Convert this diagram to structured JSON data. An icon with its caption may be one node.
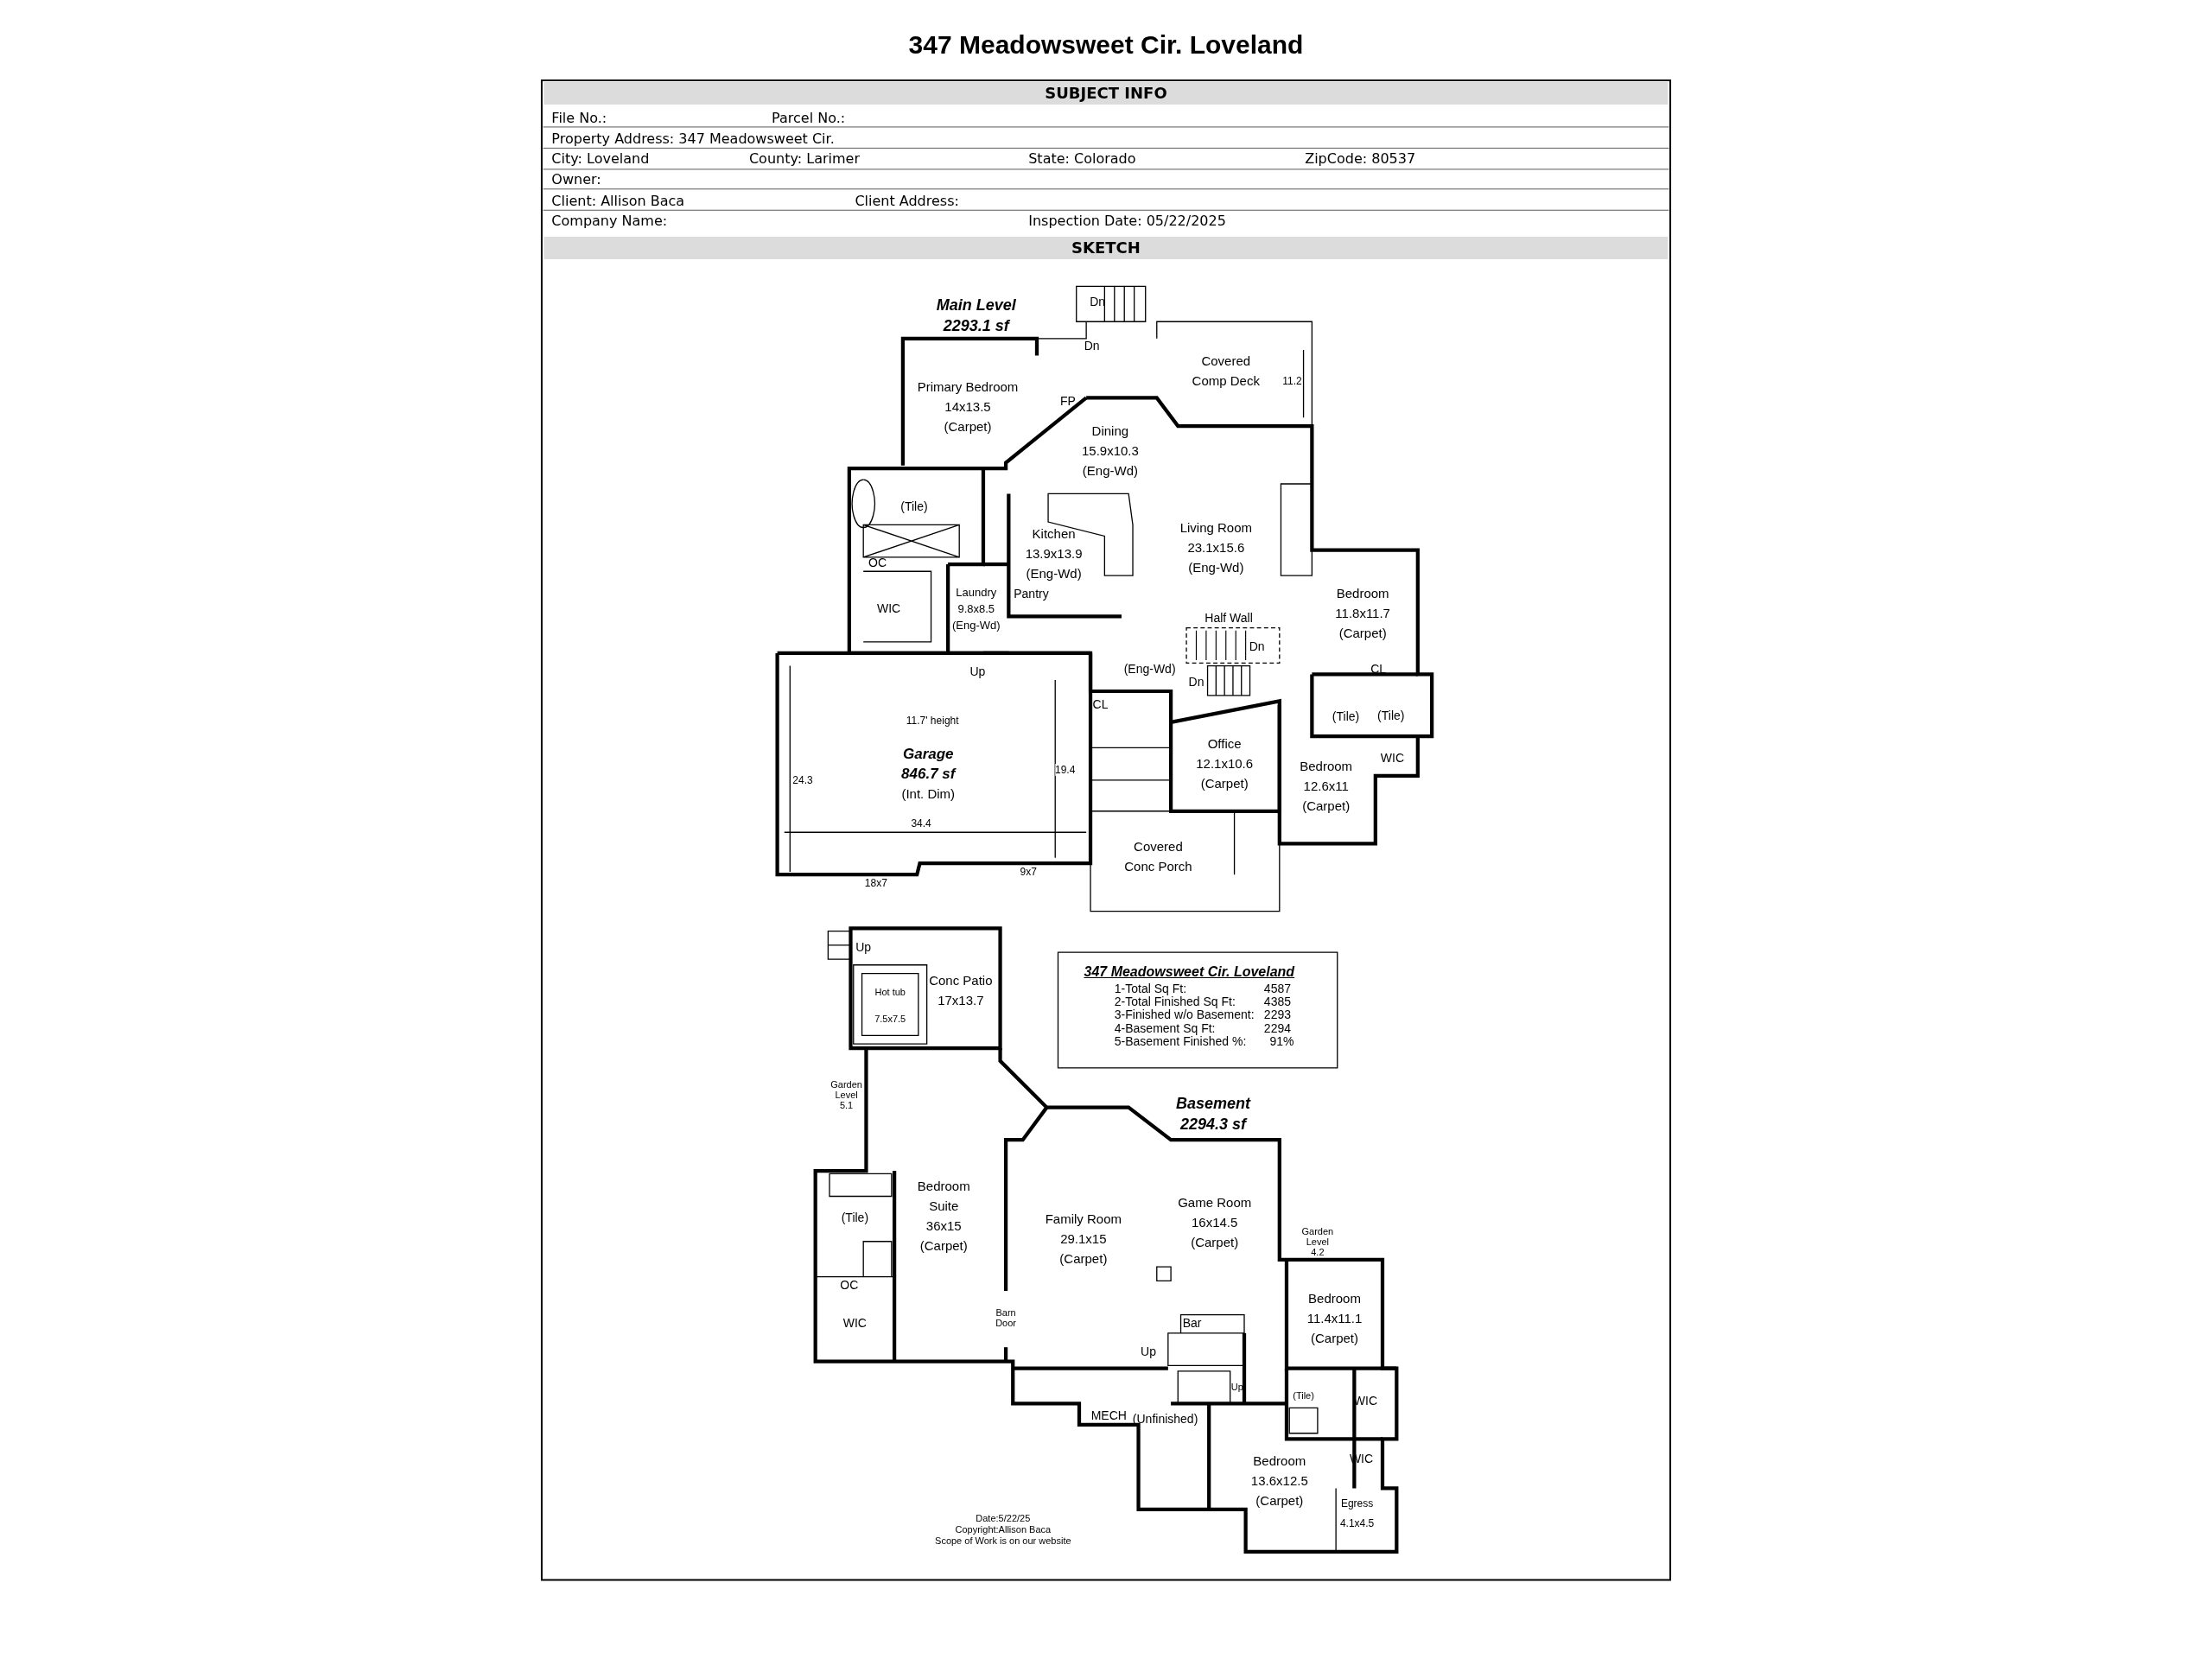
{
  "diagram": {
    "title": "347 Meadowsweet Cir. Loveland",
    "nodes": [
      {
        "text": [
          "Primary Bedroom",
          "14x13.5",
          "(Carpet)"
        ]
      },
      {
        "text": [
          "Covered Comp Deck"
        ]
      },
      {
        "text": [
          "Dining",
          "15.9x10.3",
          "(Eng-Wd)"
        ]
      },
      {
        "text": [
          "Kitchen",
          "13.9x13.9",
          "(Eng-Wd)"
        ]
      },
      {
        "text": [
          "Living Room",
          "23.1x15.6",
          "(Eng-Wd)"
        ]
      },
      {
        "text": [
          "Laundry",
          "9.8x8.5",
          "(Eng-Wd)"
        ]
      },
      {
        "text": [
          "Bedroom",
          "11.8x11.7",
          "(Carpet)"
        ]
      },
      {
        "text": [
          "Garage",
          "846.7 sf",
          "(Int. Dim)"
        ]
      },
      {
        "text": [
          "Office",
          "12.1x10.6",
          "(Carpet)"
        ]
      },
      {
        "text": [
          "Bedroom",
          "12.6x11",
          "(Carpet)"
        ]
      },
      {
        "text": [
          "Covered Conc Porch"
        ]
      },
      {
        "text": [
          "Conc Patio",
          "17x13.7"
        ]
      },
      {
        "text": [
          "Bedroom Suite",
          "36x15",
          "(Carpet)"
        ]
      },
      {
        "text": [
          "Family Room",
          "29.1x15",
          "(Carpet)"
        ]
      },
      {
        "text": [
          "Game Room",
          "16x14.5",
          "(Carpet)"
        ]
      },
      {
        "text": [
          "Bedroom",
          "11.4x11.1",
          "(Carpet)"
        ]
      },
      {
        "text": [
          "Bedroom",
          "13.6x12.5",
          "(Carpet)"
        ]
      },
      {
        "text": [
          "Egress",
          "4.1x4.5"
        ]
      }
    ],
    "labels": [
      "SUBJECT INFO",
      "File No.:",
      "Parcel No.:",
      "Property Address: 347 Meadowsweet Cir.",
      "City: Loveland",
      "County: Larimer",
      "State: Colorado",
      "ZipCode: 80537",
      "Owner:",
      "Client: Allison Baca",
      "Client Address:",
      "Company Name:",
      "Inspection Date: 05/22/2025",
      "SKETCH",
      "Main Level",
      "2293.1 sf",
      "Dn",
      "Dn",
      "FP",
      "11.2",
      "(Tile)",
      "OC",
      "WIC",
      "Pantry",
      "Half Wall",
      "Dn",
      "Up",
      "(Eng-Wd)",
      "Dn",
      "CL",
      "CL",
      "(Tile)",
      "(Tile)",
      "WIC",
      "11.7' height",
      "24.3",
      "19.4",
      "34.4",
      "18x7",
      "9x7",
      "Up",
      "Hot tub",
      "7.5x7.5",
      "Garden Level 5.1",
      "Basement",
      "2294.3 sf",
      "(Tile)",
      "OC",
      "WIC",
      "Barn Door",
      "Bar",
      "Up",
      "Up",
      "(Tile)",
      "WIC",
      "Garden Level 4.2",
      "MECH",
      "(Unfinished)",
      "WIC",
      "Date:5/22/25",
      "Copyright:Allison Baca",
      "Scope of Work is on our website",
      "347 Meadowsweet Cir. Loveland",
      "1-Total Sq Ft:",
      "4587",
      "2-Total Finished Sq Ft:",
      "4385",
      "3-Finished w/o Basement:",
      "2293",
      "4-Basement Sq Ft:",
      "2294",
      "5-Basement Finished %:",
      "91%"
    ]
  }
}
